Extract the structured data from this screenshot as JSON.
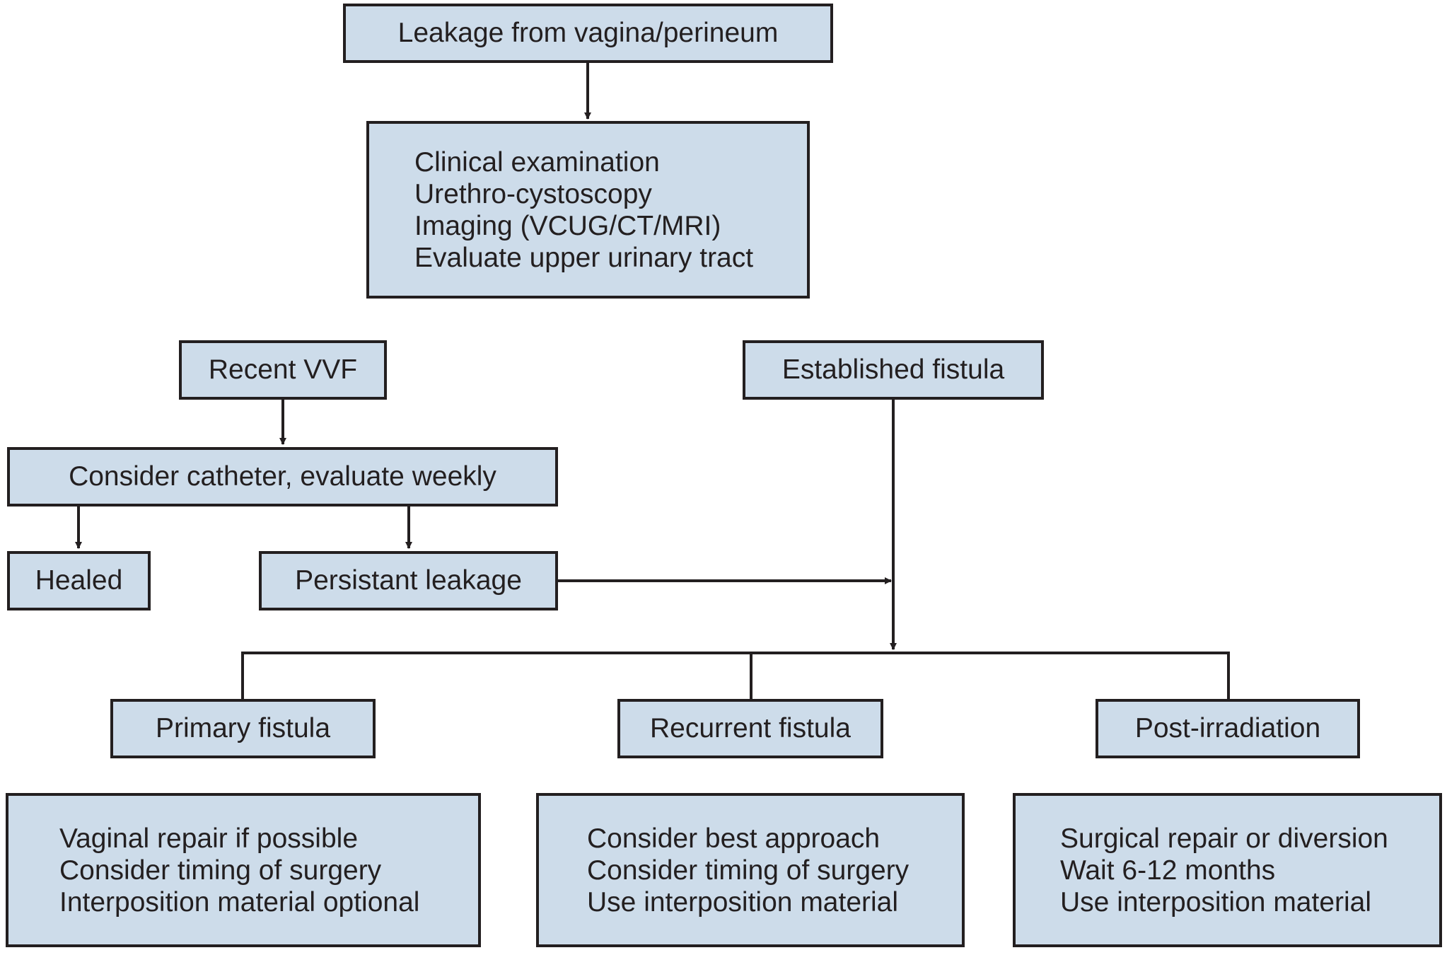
{
  "diagram": {
    "start": "Leakage from vagina/perineum",
    "workup": [
      "Clinical examination",
      "Urethro-cystoscopy",
      "Imaging (VCUG/CT/MRI)",
      "Evaluate upper urinary tract"
    ],
    "recent": "Recent VVF",
    "established": "Established fistula",
    "catheter": "Consider catheter, evaluate weekly",
    "healed": "Healed",
    "persistent": "Persistant leakage",
    "primary": {
      "title": "Primary fistula",
      "items": [
        "Vaginal repair if possible",
        "Consider timing of surgery",
        "Interposition material optional"
      ]
    },
    "recurrent": {
      "title": "Recurrent fistula",
      "items": [
        "Consider best approach",
        "Consider timing of surgery",
        "Use interposition material"
      ]
    },
    "irradiation": {
      "title": "Post-irradiation",
      "items": [
        "Surgical repair or diversion",
        "Wait 6-12 months",
        "Use interposition material"
      ]
    }
  },
  "colors": {
    "box_fill": "#cddcea",
    "stroke": "#231f20"
  }
}
